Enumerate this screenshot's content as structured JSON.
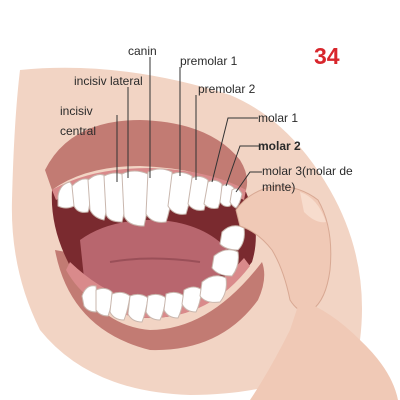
{
  "page_number": "34",
  "labels": {
    "canin": "canin",
    "incisiv_lateral": "incisiv lateral",
    "incisiv_central_line1": "incisiv",
    "incisiv_central_line2": "central",
    "premolar_1": "premolar 1",
    "premolar_2": "premolar 2",
    "molar_1": "molar 1",
    "molar_2": "molar 2",
    "molar_3_line1": "molar 3(molar de",
    "molar_3_line2": "minte)"
  },
  "colors": {
    "page_number": "#d8262c",
    "label_text": "#2a2a2a",
    "leader_line": "#333333",
    "lip": "#c27b73",
    "gum": "#d98a8b",
    "tongue": "#b8666e",
    "skin": "#f2d4c4",
    "tooth": "#ffffff"
  }
}
